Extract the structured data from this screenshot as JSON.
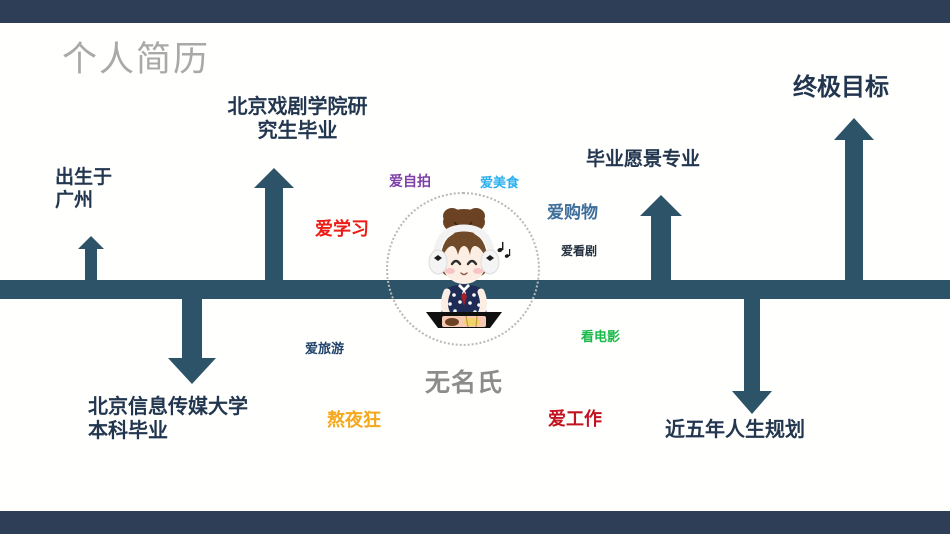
{
  "slide": {
    "title": "个人简历",
    "accent_dark": "#2d3e56",
    "accent_timeline": "#2d5369",
    "background": "#fffffd"
  },
  "timeline": {
    "milestones": [
      {
        "id": "birth",
        "label": "出生于\n广州",
        "direction": "up",
        "color": "#22364f"
      },
      {
        "id": "master",
        "label": "北京戏剧学院研\n究生毕业",
        "direction": "up",
        "color": "#22364f"
      },
      {
        "id": "bachelor",
        "label": "北京信息传媒大学\n本科毕业",
        "direction": "down",
        "color": "#22364f"
      },
      {
        "id": "vision",
        "label": "毕业愿景专业",
        "direction": "up",
        "color": "#22364f"
      },
      {
        "id": "plan",
        "label": "近五年人生规划",
        "direction": "down",
        "color": "#22364f"
      },
      {
        "id": "goal",
        "label": "终极目标",
        "direction": "up",
        "color": "#22364f"
      }
    ]
  },
  "profile": {
    "name": "无名氏",
    "name_color": "#8c8c8c",
    "avatar_alt": "girl-with-headphones-eating"
  },
  "hobbies": [
    {
      "id": "selfie",
      "label": "爱自拍",
      "color": "#7d3fa8"
    },
    {
      "id": "food",
      "label": "爱美食",
      "color": "#29b0ef"
    },
    {
      "id": "study",
      "label": "爱学习",
      "color": "#ee1c16"
    },
    {
      "id": "shopping",
      "label": "爱购物",
      "color": "#3f6f9b"
    },
    {
      "id": "drama",
      "label": "爱看剧",
      "color": "#24303f"
    },
    {
      "id": "travel",
      "label": "爱旅游",
      "color": "#22436b"
    },
    {
      "id": "movie",
      "label": "看电影",
      "color": "#1aba4a"
    },
    {
      "id": "nightowl",
      "label": "熬夜狂",
      "color": "#f5a81c"
    },
    {
      "id": "work",
      "label": "爱工作",
      "color": "#c31321"
    }
  ]
}
